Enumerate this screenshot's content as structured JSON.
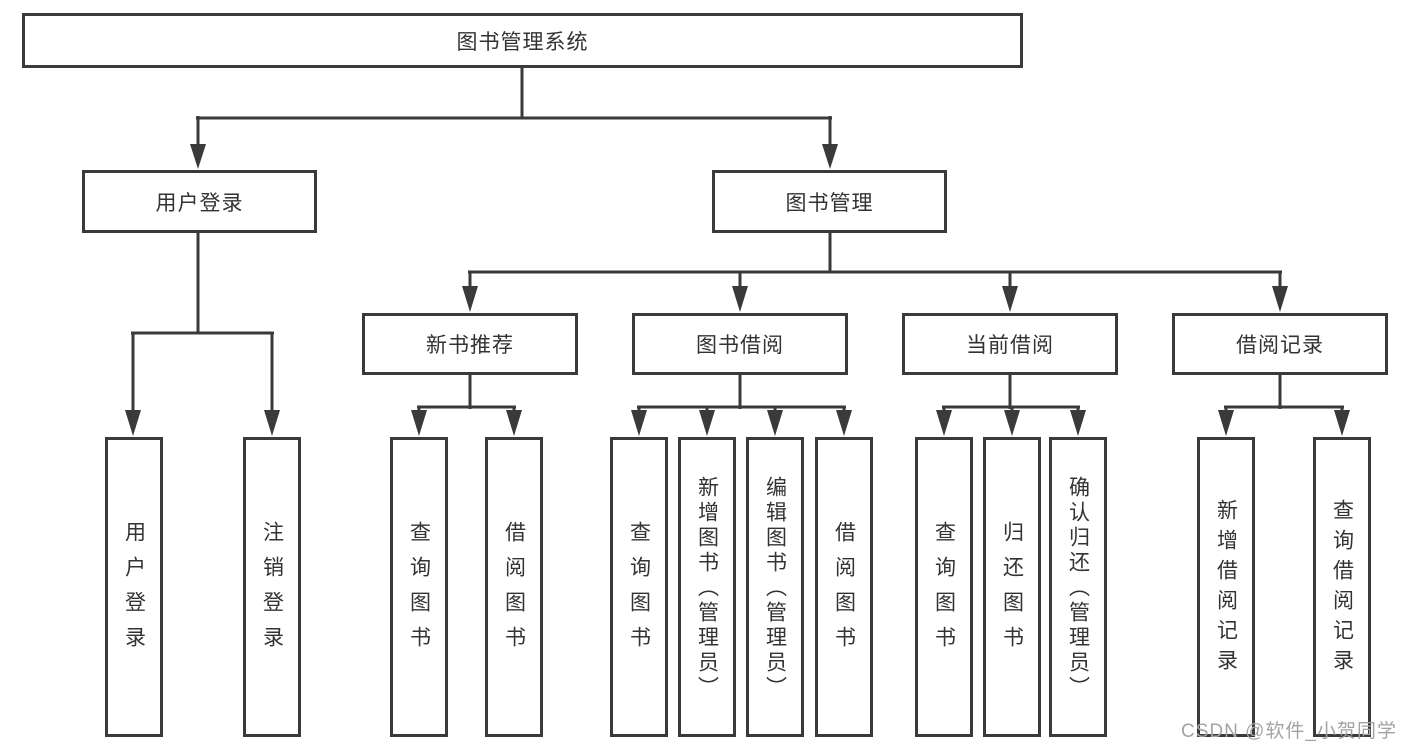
{
  "diagram_type": "hierarchy-tree",
  "tree": {
    "root": {
      "label": "图书管理系统",
      "children": [
        {
          "label": "用户登录",
          "children": [
            {
              "label": "用户登录"
            },
            {
              "label": "注销登录"
            }
          ]
        },
        {
          "label": "图书管理",
          "children": [
            {
              "label": "新书推荐",
              "children": [
                {
                  "label": "查询图书"
                },
                {
                  "label": "借阅图书"
                }
              ]
            },
            {
              "label": "图书借阅",
              "children": [
                {
                  "label": "查询图书"
                },
                {
                  "label": "新增图书（管理员）"
                },
                {
                  "label": "编辑图书（管理员）"
                },
                {
                  "label": "借阅图书"
                }
              ]
            },
            {
              "label": "当前借阅",
              "children": [
                {
                  "label": "查询图书"
                },
                {
                  "label": "归还图书"
                },
                {
                  "label": "确认归还（管理员）"
                }
              ]
            },
            {
              "label": "借阅记录",
              "children": [
                {
                  "label": "新增借阅记录"
                },
                {
                  "label": "查询借阅记录"
                }
              ]
            }
          ]
        }
      ]
    }
  },
  "watermark": {
    "text": "CSDN @软件_小贺同学"
  },
  "colors": {
    "line": "#3a3a3a",
    "text": "#333333",
    "box_background": "#ffffff",
    "watermark": "#a3a3a3"
  }
}
